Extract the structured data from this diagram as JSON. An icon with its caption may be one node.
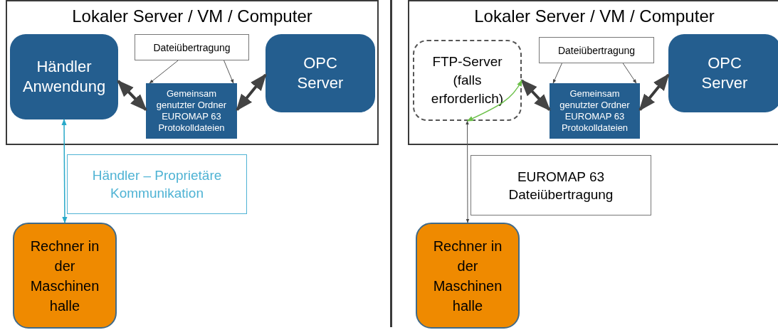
{
  "diagram": {
    "nodes": [
      {
        "text": [
          "Lokaler Server / VM / Computer"
        ]
      },
      {
        "text": [
          "Händler Anwendung"
        ],
        "in": 0
      },
      {
        "text": [
          "Dateiübertragung"
        ],
        "in": 0
      },
      {
        "text": [
          "Gemeinsam genutzter Ordner EUROMAP 63 Protokolldateien"
        ],
        "in": 0
      },
      {
        "text": [
          "OPC Server"
        ],
        "in": 0
      },
      {
        "text": [
          "Händler – Proprietäre Kommunikation"
        ]
      },
      {
        "text": [
          "Rechner in der Maschinen halle"
        ]
      },
      {
        "text": [
          "Lokaler Server / VM / Computer"
        ]
      },
      {
        "text": [
          "FTP-Server (falls erforderlich)"
        ],
        "in": 7
      },
      {
        "text": [
          "Dateiübertragung"
        ],
        "in": 7
      },
      {
        "text": [
          "Gemeinsam genutzter Ordner EUROMAP 63 Protokolldateien"
        ],
        "in": 7
      },
      {
        "text": [
          "OPC Server"
        ],
        "in": 7
      },
      {
        "text": [
          "EUROMAP 63 Dateiübertragung"
        ]
      },
      {
        "text": [
          "Rechner in der Maschinen halle"
        ]
      }
    ],
    "edges": [
      {
        "from": 2,
        "to": 3,
        "arrow": "to"
      },
      {
        "from": 2,
        "to": 3,
        "arrow": "to"
      },
      {
        "from": 1,
        "to": 3,
        "arrow": "both",
        "style": "thick"
      },
      {
        "from": 3,
        "to": 4,
        "arrow": "both",
        "style": "thick"
      },
      {
        "from": 1,
        "to": 6,
        "arrow": "both",
        "color": "#29a9c9"
      },
      {
        "from": 9,
        "to": 10,
        "arrow": "to"
      },
      {
        "from": 9,
        "to": 10,
        "arrow": "to"
      },
      {
        "from": 8,
        "to": 10,
        "arrow": "both",
        "style": "thick"
      },
      {
        "from": 10,
        "to": 11,
        "arrow": "both",
        "style": "thick"
      },
      {
        "from": 13,
        "to": 8,
        "arrow": "both"
      },
      {
        "from": 8,
        "to": 8,
        "arrow": "both",
        "color": "#6cc04a"
      }
    ]
  }
}
